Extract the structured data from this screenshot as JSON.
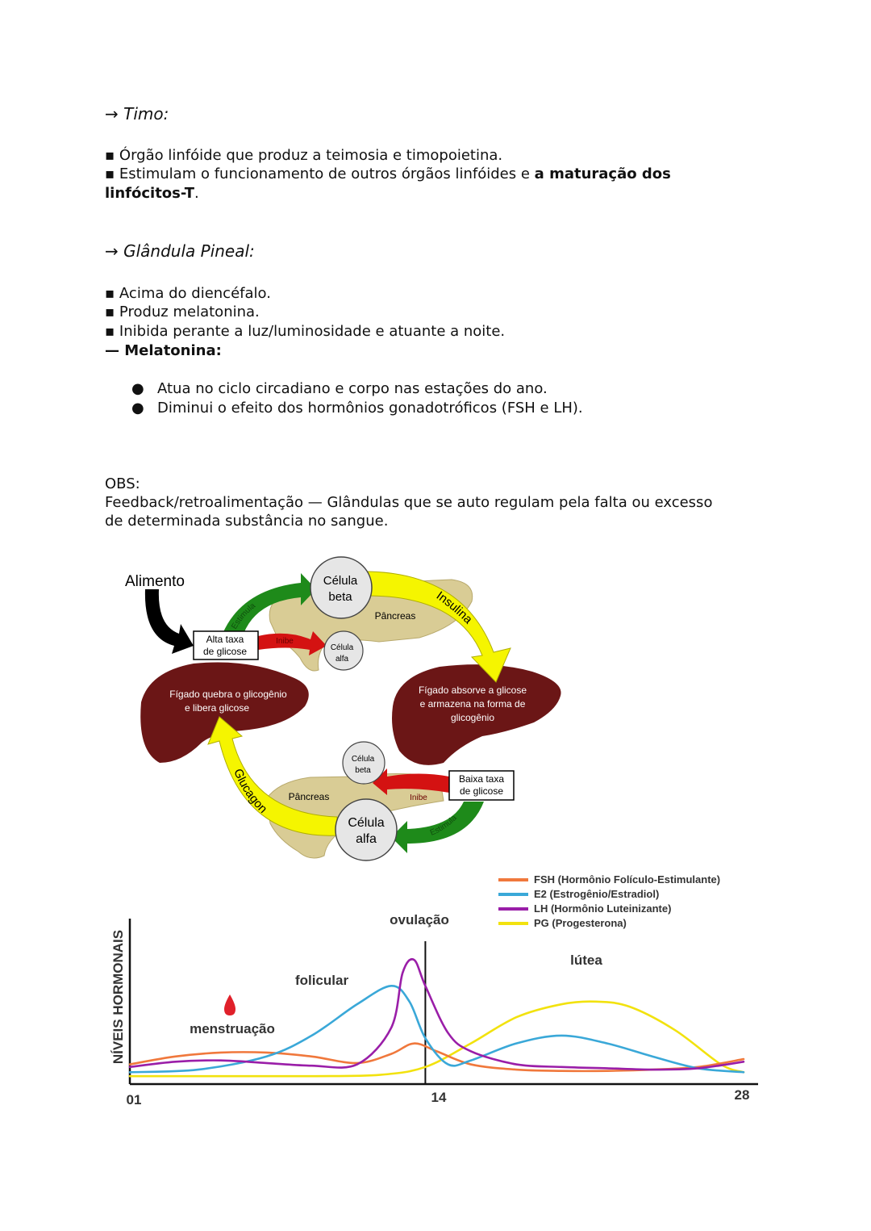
{
  "timo": {
    "heading": "→ Timo:",
    "line1": "▪ Órgão linfóide que produz a teimosia e timopoietina.",
    "line2_prefix": "▪ Estimulam o funcionamento de outros órgãos linfóides e ",
    "line2_bold": "a maturação dos",
    "line3_bold": "linfócitos-T",
    "line3_suffix": "."
  },
  "pineal": {
    "heading": "→ Glândula Pineal:",
    "lines": [
      "▪ Acima do diencéfalo.",
      "▪ Produz melatonina.",
      "▪ Inibida perante a luz/luminosidade e atuante a noite."
    ],
    "melatonina_label": "— Melatonina:",
    "bullets": [
      "Atua no ciclo circadiano e corpo nas estações do ano.",
      "Diminui o efeito dos hormônios gonadotróficos (FSH e LH)."
    ]
  },
  "obs": {
    "label": "OBS:",
    "line1": "Feedback/retroalimentação — Glândulas que se auto regulam pela falta ou excesso",
    "line2": "de determinada substância no sangue."
  },
  "diagram": {
    "alimento": "Alimento",
    "celula_beta_top": [
      "Célula",
      "beta"
    ],
    "celula_alfa_top": [
      "Célula",
      "alfa"
    ],
    "pancreas_top": "Pâncreas",
    "insulina": "Insulina",
    "estimula_top": "Estimula",
    "inibe_top": "Inibe",
    "alta_taxa": [
      "Alta taxa",
      "de glicose"
    ],
    "figado_left": [
      "Fígado quebra o glicogênio",
      "e libera glicose"
    ],
    "figado_right": [
      "Fígado absorve a glicose",
      "e armazena na forma de",
      "glicogênio"
    ],
    "celula_beta_bottom": [
      "Célula",
      "beta"
    ],
    "celula_alfa_bottom": [
      "Célula",
      "alfa"
    ],
    "baixa_taxa": [
      "Baixa taxa",
      "de glicose"
    ],
    "pancreas_bottom": "Pâncreas",
    "glucagon": "Glucagon",
    "inibe_bottom": "Inibe",
    "estimula_bottom": "Estimula",
    "colors": {
      "green": "#1e8a1a",
      "red": "#d41212",
      "yellow": "#f5f500",
      "liver": "#6b1616",
      "pancreas": "#d9cc95"
    }
  },
  "chart_data": {
    "type": "line",
    "ylabel": "NÍVEIS HORMONAIS",
    "x_ticks": [
      "01",
      "14",
      "28"
    ],
    "xlim": [
      1,
      28
    ],
    "ylim": [
      0,
      100
    ],
    "annotations": {
      "ovulacao": "ovulação",
      "folicular": "folicular",
      "lutea": "lútea",
      "menstruacao": "menstruação"
    },
    "ovulation_day": 14,
    "series": [
      {
        "name": "FSH (Hormônio Folículo-Estimulante)",
        "color": "#f0783c",
        "x": [
          1,
          3,
          5,
          7,
          9,
          11,
          12.5,
          13.5,
          14.5,
          16,
          18,
          20,
          22,
          24,
          26,
          28
        ],
        "y": [
          12,
          18,
          21,
          21,
          18,
          13,
          20,
          28,
          22,
          12,
          8,
          7,
          7,
          8,
          10,
          16
        ]
      },
      {
        "name": "E2 (Estrogênio/Estradiol)",
        "color": "#3aa8d8",
        "x": [
          1,
          4,
          7,
          9,
          11,
          12.5,
          13.3,
          14,
          15,
          16,
          18,
          20,
          22,
          24,
          26,
          28
        ],
        "y": [
          6,
          8,
          18,
          34,
          58,
          72,
          60,
          32,
          12,
          15,
          28,
          34,
          28,
          18,
          9,
          6
        ]
      },
      {
        "name": "LH (Hormônio Luteinizante)",
        "color": "#9a1ea8",
        "x": [
          1,
          3,
          5,
          7,
          9,
          11,
          12.5,
          13,
          13.5,
          14,
          15,
          16,
          18,
          20,
          22,
          24,
          26,
          28
        ],
        "y": [
          10,
          14,
          15,
          13,
          11,
          12,
          40,
          82,
          92,
          72,
          36,
          22,
          12,
          10,
          9,
          8,
          9,
          14
        ]
      },
      {
        "name": "PG (Progesterona)",
        "color": "#f2e20e",
        "x": [
          1,
          5,
          9,
          12,
          14,
          16,
          18,
          20,
          21.5,
          23,
          25,
          27,
          28
        ],
        "y": [
          3,
          3,
          3,
          4,
          10,
          28,
          48,
          58,
          60,
          56,
          38,
          12,
          6
        ]
      }
    ]
  }
}
